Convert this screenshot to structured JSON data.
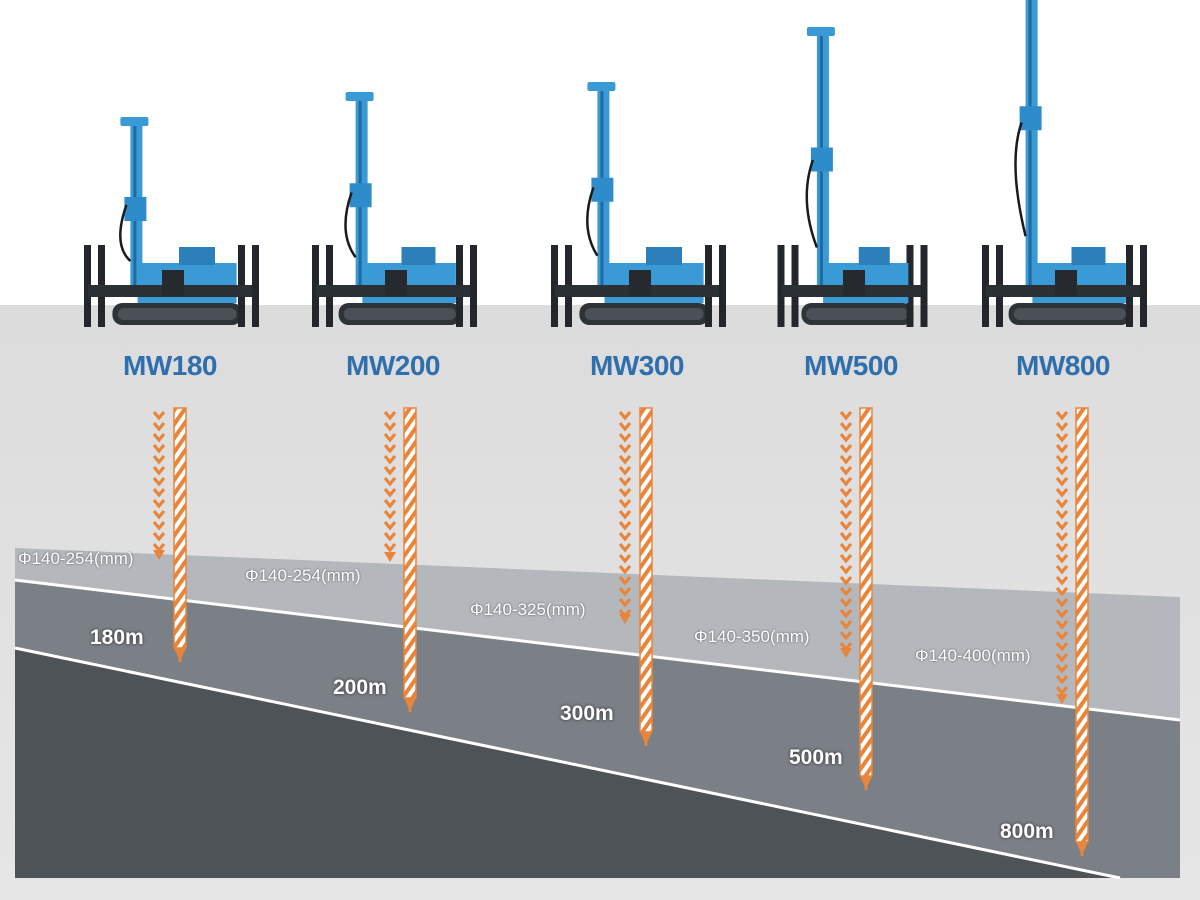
{
  "colors": {
    "model_blue": "#2f6fad",
    "rig_blue": "#3a9ad6",
    "bit_orange": "#e8853a",
    "ground_top": "#e3e3e3",
    "layer_1": "#b4b8bc",
    "layer_2": "#7b8086",
    "layer_3": "#4e5357"
  },
  "rigs": [
    {
      "model": "MW180",
      "diameter": "Φ140-254(mm)",
      "depth": "180m",
      "depth_value": 180
    },
    {
      "model": "MW200",
      "diameter": "Φ140-254(mm)",
      "depth": "200m",
      "depth_value": 200
    },
    {
      "model": "MW300",
      "diameter": "Φ140-325(mm)",
      "depth": "300m",
      "depth_value": 300
    },
    {
      "model": "MW500",
      "diameter": "Φ140-350(mm)",
      "depth": "500m",
      "depth_value": 500
    },
    {
      "model": "MW800",
      "diameter": "Φ140-400(mm)",
      "depth": "800m",
      "depth_value": 800
    }
  ]
}
